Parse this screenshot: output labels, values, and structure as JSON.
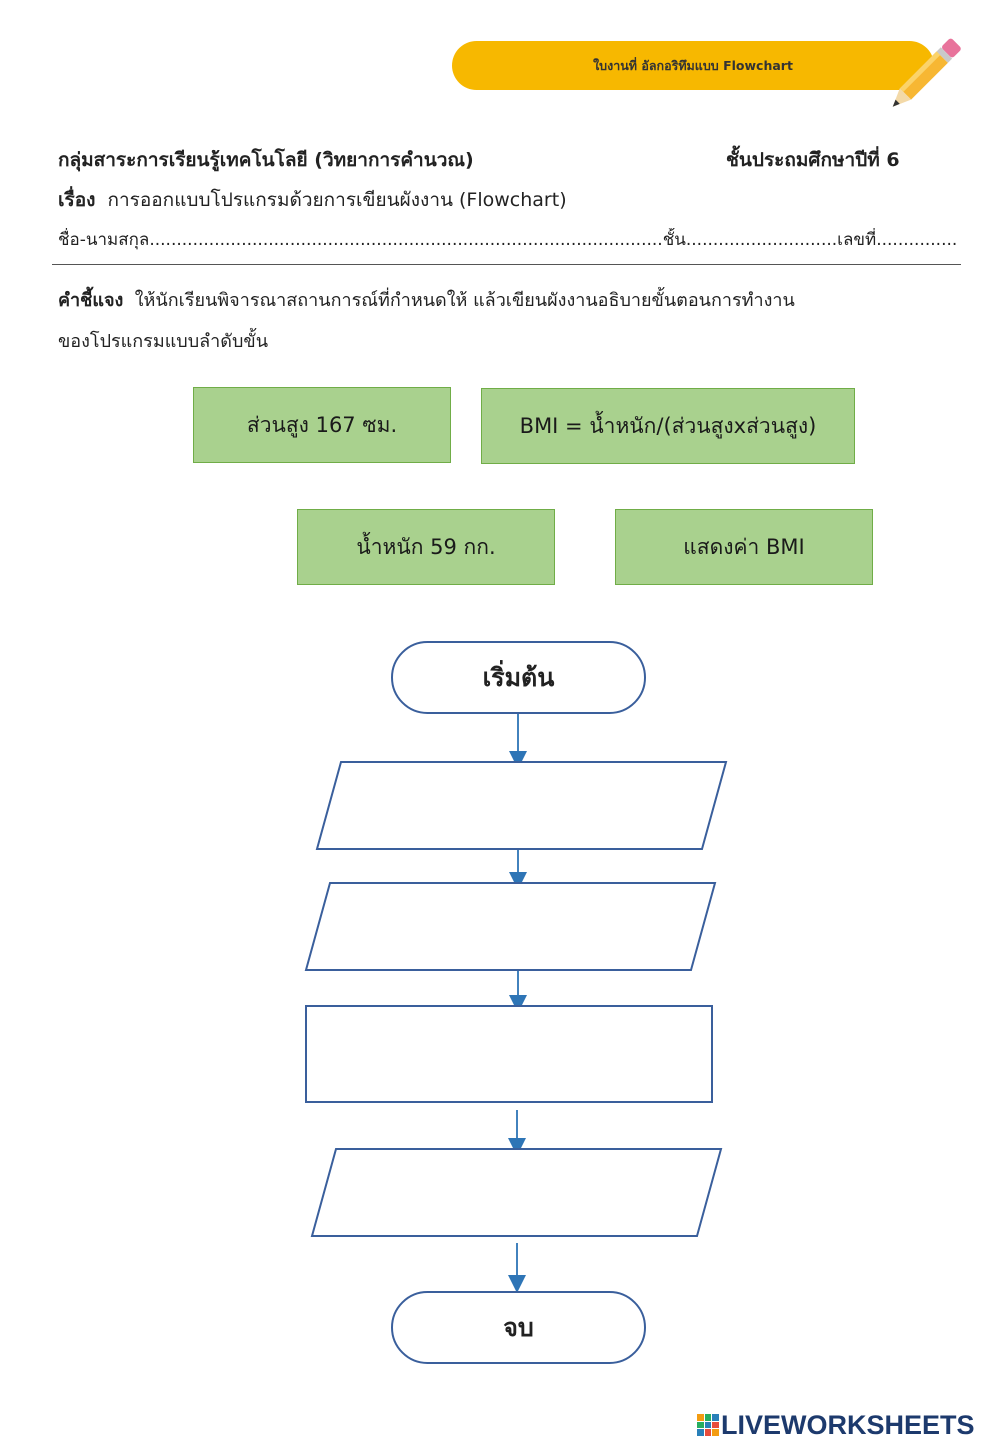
{
  "banner": {
    "title": "ใบงานที่ อัลกอริทึมแบบ Flowchart"
  },
  "header": {
    "subject": "กลุ่มสาระการเรียนรู้เทคโนโลยี (วิทยาการคำนวณ)",
    "grade": "ชั้นประถมศึกษาปีที่  6",
    "topic_label": "เรื่อง",
    "topic_value": "การออกแบบโปรแกรมด้วยการเขียนผังงาน (Flowchart)",
    "name_line": "ชื่อ-นามสกุล...............................................................................................ชั้น............................เลขที่........................"
  },
  "instructions": {
    "label": "คำชี้แจง",
    "line1": "ให้นักเรียนพิจารณาสถานการณ์ที่กำหนดให้  แล้วเขียนผังงานอธิบายขั้นตอนการทำงาน",
    "line2": "ของโปรแกรมแบบลำดับขั้น"
  },
  "options": {
    "height": "ส่วนสูง 167 ซม.",
    "formula": "BMI = น้ำหนัก/(ส่วนสูงxส่วนสูง)",
    "weight": "น้ำหนัก 59 กก.",
    "display": "แสดงค่า BMI"
  },
  "flowchart": {
    "start_label": "เริ่มต้น",
    "end_label": "จบ",
    "stroke_color": "#2e75b6",
    "shape_stroke": "#3a5f9c"
  },
  "footer": {
    "brand": "LIVEWORKSHEETS"
  }
}
